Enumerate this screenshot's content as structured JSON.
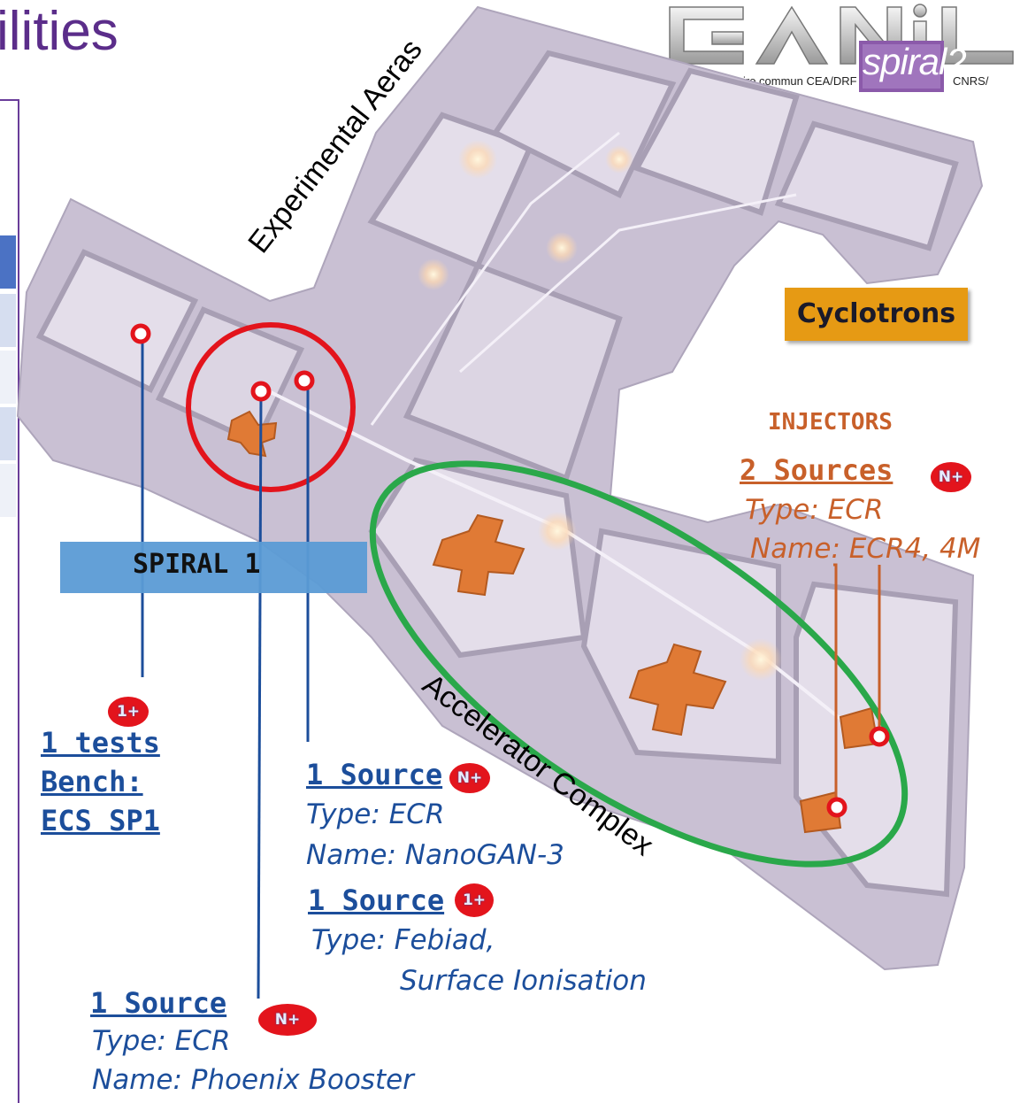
{
  "header": {
    "title": "ilities"
  },
  "logo": {
    "name": "GANIL",
    "sub": "spiral2",
    "left_text": "laboratoire commun CEA/DRF",
    "right_text": "CNRS/"
  },
  "labels": {
    "experimental": "Experimental Aeras",
    "accelerator": "Accelerator Complex",
    "cyclotrons": "Cyclotrons",
    "spiral1": "SPIRAL 1",
    "injectors": "INJECTORS"
  },
  "injectors": {
    "title": "2 Sources",
    "badge": "N+",
    "type": "Type: ECR",
    "name": "Name: ECR4, 4M"
  },
  "test_bench": {
    "badge": "1+",
    "line1": "1 tests",
    "line2": "Bench:",
    "line3": "ECS SP1"
  },
  "source_nanogan": {
    "title": "1 Source",
    "badge": "N+",
    "type": "Type: ECR",
    "name": "Name: NanoGAN-3"
  },
  "source_febiad": {
    "title": "1 Source",
    "badge": "1+",
    "type": "Type: Febiad,",
    "type2": "Surface Ionisation"
  },
  "source_phoenix": {
    "title": "1 Source",
    "badge": "N+",
    "type": "Type: ECR",
    "name": "Name: Phoenix Booster"
  },
  "colors": {
    "building": "#c9c0d3",
    "wall": "#e4deea",
    "cyclotron": "#e07a35",
    "red_circle": "#e3141c",
    "green_ellipse": "#2aa84a",
    "blue_text": "#1c4e9b",
    "orange_text": "#c8602a",
    "label_bg": "#e69a14",
    "spiral_bg": "#5b9bd5"
  }
}
